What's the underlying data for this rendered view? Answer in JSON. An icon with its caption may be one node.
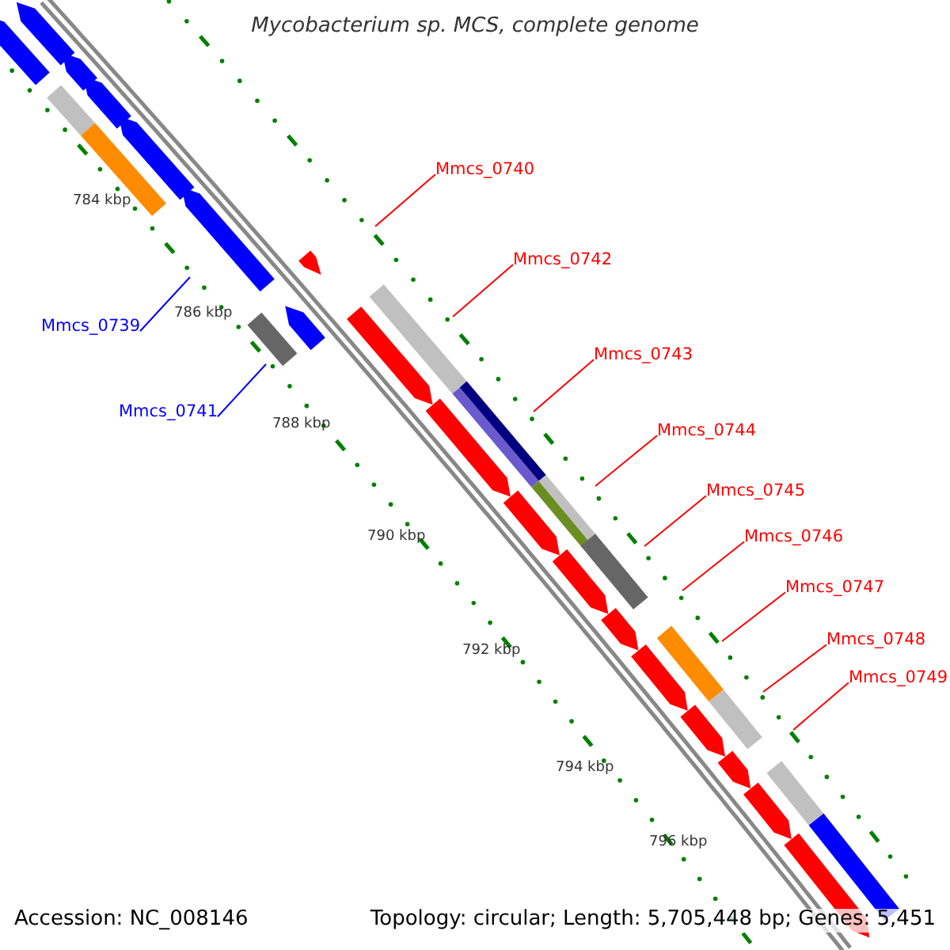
{
  "diagram": {
    "title": "Mycobacterium sp. MCS, complete genome",
    "nodes": [
      {
        "text": [
          "Mmcs_0739"
        ]
      },
      {
        "text": [
          "Mmcs_0741"
        ]
      },
      {
        "text": [
          "Mmcs_0740"
        ]
      },
      {
        "text": [
          "Mmcs_0742"
        ]
      },
      {
        "text": [
          "Mmcs_0743"
        ]
      },
      {
        "text": [
          "Mmcs_0744"
        ]
      },
      {
        "text": [
          "Mmcs_0745"
        ]
      },
      {
        "text": [
          "Mmcs_0746"
        ]
      },
      {
        "text": [
          "Mmcs_0747"
        ]
      },
      {
        "text": [
          "Mmcs_0748"
        ]
      },
      {
        "text": [
          "Mmcs_0749"
        ]
      }
    ],
    "edges": [
      {
        "from": 0,
        "to": null,
        "arrow": "none",
        "color": "#0000ff"
      },
      {
        "from": 1,
        "to": null,
        "arrow": "none",
        "color": "#0000ff"
      },
      {
        "from": 2,
        "to": null,
        "arrow": "none"
      },
      {
        "from": 3,
        "to": null,
        "arrow": "none"
      },
      {
        "from": 4,
        "to": null,
        "arrow": "none"
      },
      {
        "from": 5,
        "to": null,
        "arrow": "none"
      },
      {
        "from": 6,
        "to": null,
        "arrow": "none"
      },
      {
        "from": 7,
        "to": null,
        "arrow": "none"
      },
      {
        "from": 8,
        "to": null,
        "arrow": "none"
      },
      {
        "from": 9,
        "to": null,
        "arrow": "none"
      },
      {
        "from": 10,
        "to": null,
        "arrow": "none"
      }
    ],
    "labels": [
      "784 kbp",
      "786 kbp",
      "788 kbp",
      "790 kbp",
      "792 kbp",
      "794 kbp",
      "796 kbp",
      "Accession: NC_008146",
      "Topology: circular; Length: 5,705,448 bp; Genes: 5,451"
    ]
  }
}
